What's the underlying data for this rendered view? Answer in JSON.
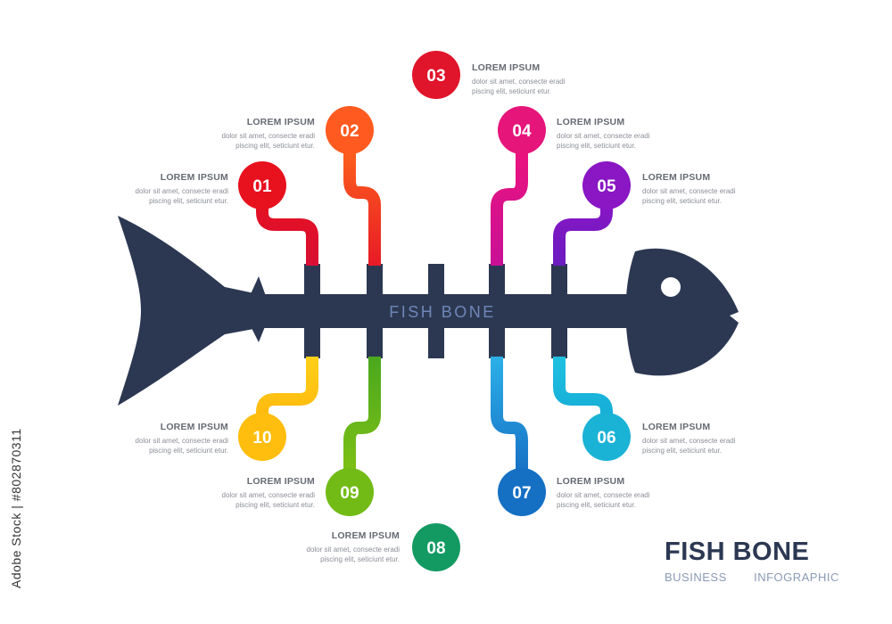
{
  "diagram": {
    "center_label": "FISH BONE",
    "fish_color": "#2c3852",
    "nodes": [
      {
        "num": "01",
        "color": "#e8111e",
        "title": "LOREM IPSUM",
        "line1": "dolor sit amet, consecte eradi",
        "line2": "piscing elit, seticiunt etur."
      },
      {
        "num": "02",
        "color": "#ff5a1f",
        "title": "LOREM IPSUM",
        "line1": "dolor sit amet, consecte eradi",
        "line2": "piscing elit, seticiunt etur."
      },
      {
        "num": "03",
        "color": "#e0142a",
        "title": "LOREM IPSUM",
        "line1": "dolor sit amet, consecte eradi",
        "line2": "piscing elit, seticiunt etur."
      },
      {
        "num": "04",
        "color": "#e6157a",
        "title": "LOREM IPSUM",
        "line1": "dolor sit amet, consecte eradi",
        "line2": "piscing elit, seticiunt etur."
      },
      {
        "num": "05",
        "color": "#8a16c4",
        "title": "LOREM IPSUM",
        "line1": "dolor sit amet, consecte eradi",
        "line2": "piscing elit, seticiunt etur."
      },
      {
        "num": "06",
        "color": "#1ab3d6",
        "title": "LOREM IPSUM",
        "line1": "dolor sit amet, consecte eradi",
        "line2": "piscing elit, seticiunt etur."
      },
      {
        "num": "07",
        "color": "#1570c4",
        "title": "LOREM IPSUM",
        "line1": "dolor sit amet, consecte eradi",
        "line2": "piscing elit, seticiunt etur."
      },
      {
        "num": "08",
        "color": "#139a63",
        "title": "LOREM IPSUM",
        "line1": "dolor sit amet, consecte eradi",
        "line2": "piscing elit, seticiunt etur."
      },
      {
        "num": "09",
        "color": "#72bb16",
        "title": "LOREM IPSUM",
        "line1": "dolor sit amet, consecte eradi",
        "line2": "piscing elit, seticiunt etur."
      },
      {
        "num": "10",
        "color": "#ffbd0d",
        "title": "LOREM IPSUM",
        "line1": "dolor sit amet, consecte eradi",
        "line2": "piscing elit, seticiunt etur."
      }
    ]
  },
  "brand": {
    "title": "FISH BONE",
    "subtitle": "BUSINESS   INFOGRAPHIC"
  },
  "watermark": {
    "text": "Adobe Stock | #802870311"
  }
}
